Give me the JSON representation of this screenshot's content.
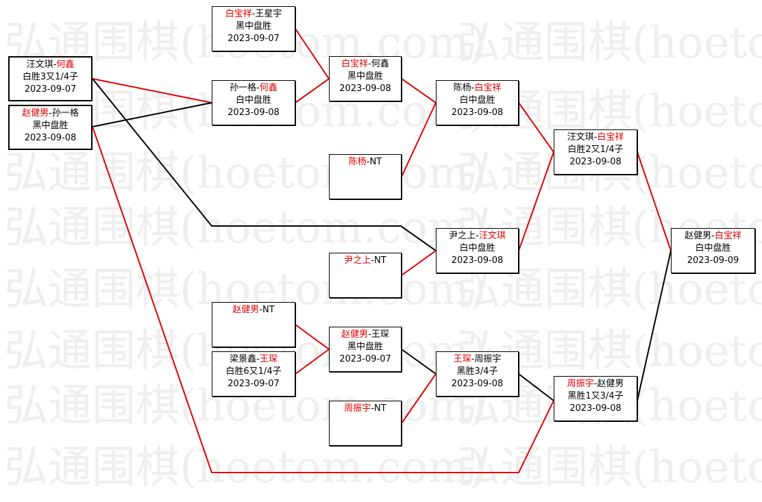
{
  "colors": {
    "red": "#e00000",
    "black": "#000000",
    "watermark": "#efefef"
  },
  "watermark": {
    "text": "弘通围棋(hoetom.com)"
  },
  "matches": {
    "r1a": {
      "p1": "汪文琪",
      "p2": "何鑫",
      "winner": 2,
      "result": "白胜3又1/4子",
      "date": "2023-09-07"
    },
    "r1b": {
      "p1": "赵健男",
      "p2": "孙一格",
      "winner": 1,
      "result": "黑中盘胜",
      "date": "2023-09-08"
    },
    "r2a": {
      "p1": "白宝祥",
      "p2": "王星宇",
      "winner": 1,
      "result": "黑中盘胜",
      "date": "2023-09-07"
    },
    "r2b": {
      "p1": "孙一格",
      "p2": "何鑫",
      "winner": 2,
      "result": "白中盘胜",
      "date": "2023-09-08"
    },
    "r2c": {
      "p1": "白宝祥",
      "p2": "何鑫",
      "winner": 1,
      "result": "黑中盘胜",
      "date": "2023-09-08"
    },
    "r2d": {
      "p1": "陈杨",
      "p2": "NT",
      "winner": 1,
      "result": "",
      "date": ""
    },
    "r2e": {
      "p1": "尹之上",
      "p2": "NT",
      "winner": 1,
      "result": "",
      "date": ""
    },
    "r2f": {
      "p1": "赵健男",
      "p2": "NT",
      "winner": 1,
      "result": "",
      "date": ""
    },
    "r2g": {
      "p1": "梁景鑫",
      "p2": "王琛",
      "winner": 2,
      "result": "白胜6又1/4子",
      "date": "2023-09-07"
    },
    "r2h": {
      "p1": "周振宇",
      "p2": "NT",
      "winner": 1,
      "result": "",
      "date": ""
    },
    "r3a": {
      "p1": "陈杨",
      "p2": "白宝祥",
      "winner": 2,
      "result": "白中盘胜",
      "date": "2023-09-08"
    },
    "r3b": {
      "p1": "尹之上",
      "p2": "汪文琪",
      "winner": 2,
      "result": "白中盘胜",
      "date": "2023-09-08"
    },
    "r3c": {
      "p1": "赵健男",
      "p2": "王琛",
      "winner": 1,
      "result": "黑中盘胜",
      "date": "2023-09-07"
    },
    "r3d": {
      "p1": "王琛",
      "p2": "周振宇",
      "winner": 1,
      "result": "黑胜3/4子",
      "date": "2023-09-08"
    },
    "r4a": {
      "p1": "汪文琪",
      "p2": "白宝祥",
      "winner": 2,
      "result": "白胜2又1/4子",
      "date": "2023-09-08"
    },
    "r4b": {
      "p1": "周振宇",
      "p2": "赵健男",
      "winner": 1,
      "result": "黑胜1又3/4子",
      "date": "2023-09-08"
    },
    "final": {
      "p1": "赵健男",
      "p2": "白宝祥",
      "winner": 2,
      "result": "白中盘胜",
      "date": "2023-09-09"
    }
  }
}
